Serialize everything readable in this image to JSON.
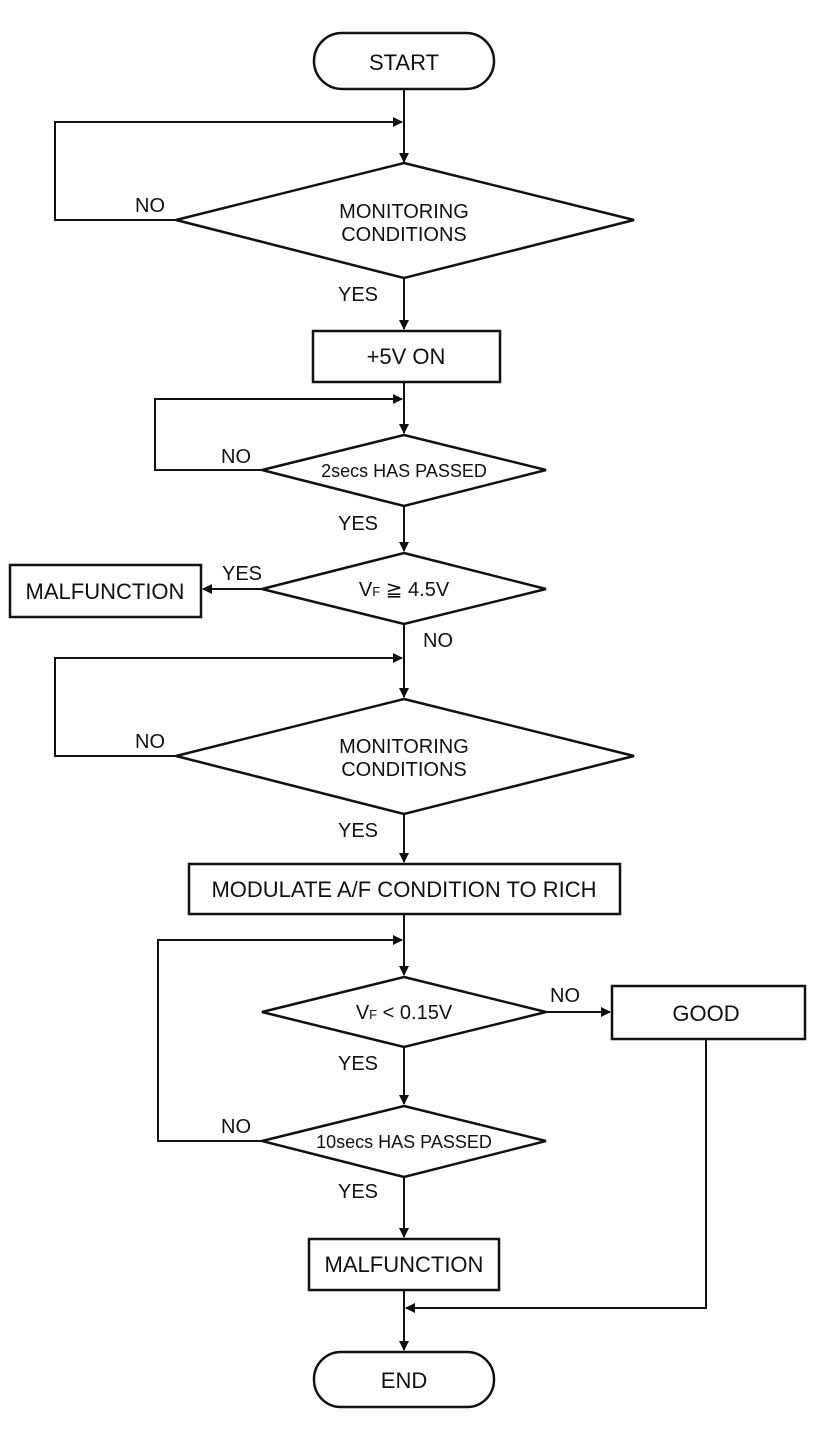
{
  "nodes": {
    "start": "START",
    "cond1_l1": "MONITORING",
    "cond1_l2": "CONDITIONS",
    "v5on": "+5V ON",
    "t2": "2secs HAS PASSED",
    "vf45_sym": "V",
    "vf45_sub": "F",
    "vf45_rest": " ≧ 4.5V",
    "malf1": "MALFUNCTION",
    "cond2_l1": "MONITORING",
    "cond2_l2": "CONDITIONS",
    "rich": "MODULATE A/F CONDITION TO RICH",
    "vf015_sym": "V",
    "vf015_sub": "F",
    "vf015_rest": " < 0.15V",
    "good": "GOOD",
    "t10": "10secs HAS PASSED",
    "malf2": "MALFUNCTION",
    "end": "END"
  },
  "edge_labels": {
    "cond1_no": "NO",
    "cond1_yes": "YES",
    "t2_no": "NO",
    "t2_yes": "YES",
    "vf45_yes": "YES",
    "vf45_no": "NO",
    "cond2_no": "NO",
    "cond2_yes": "YES",
    "vf015_no": "NO",
    "vf015_yes": "YES",
    "t10_no": "NO",
    "t10_yes": "YES"
  }
}
